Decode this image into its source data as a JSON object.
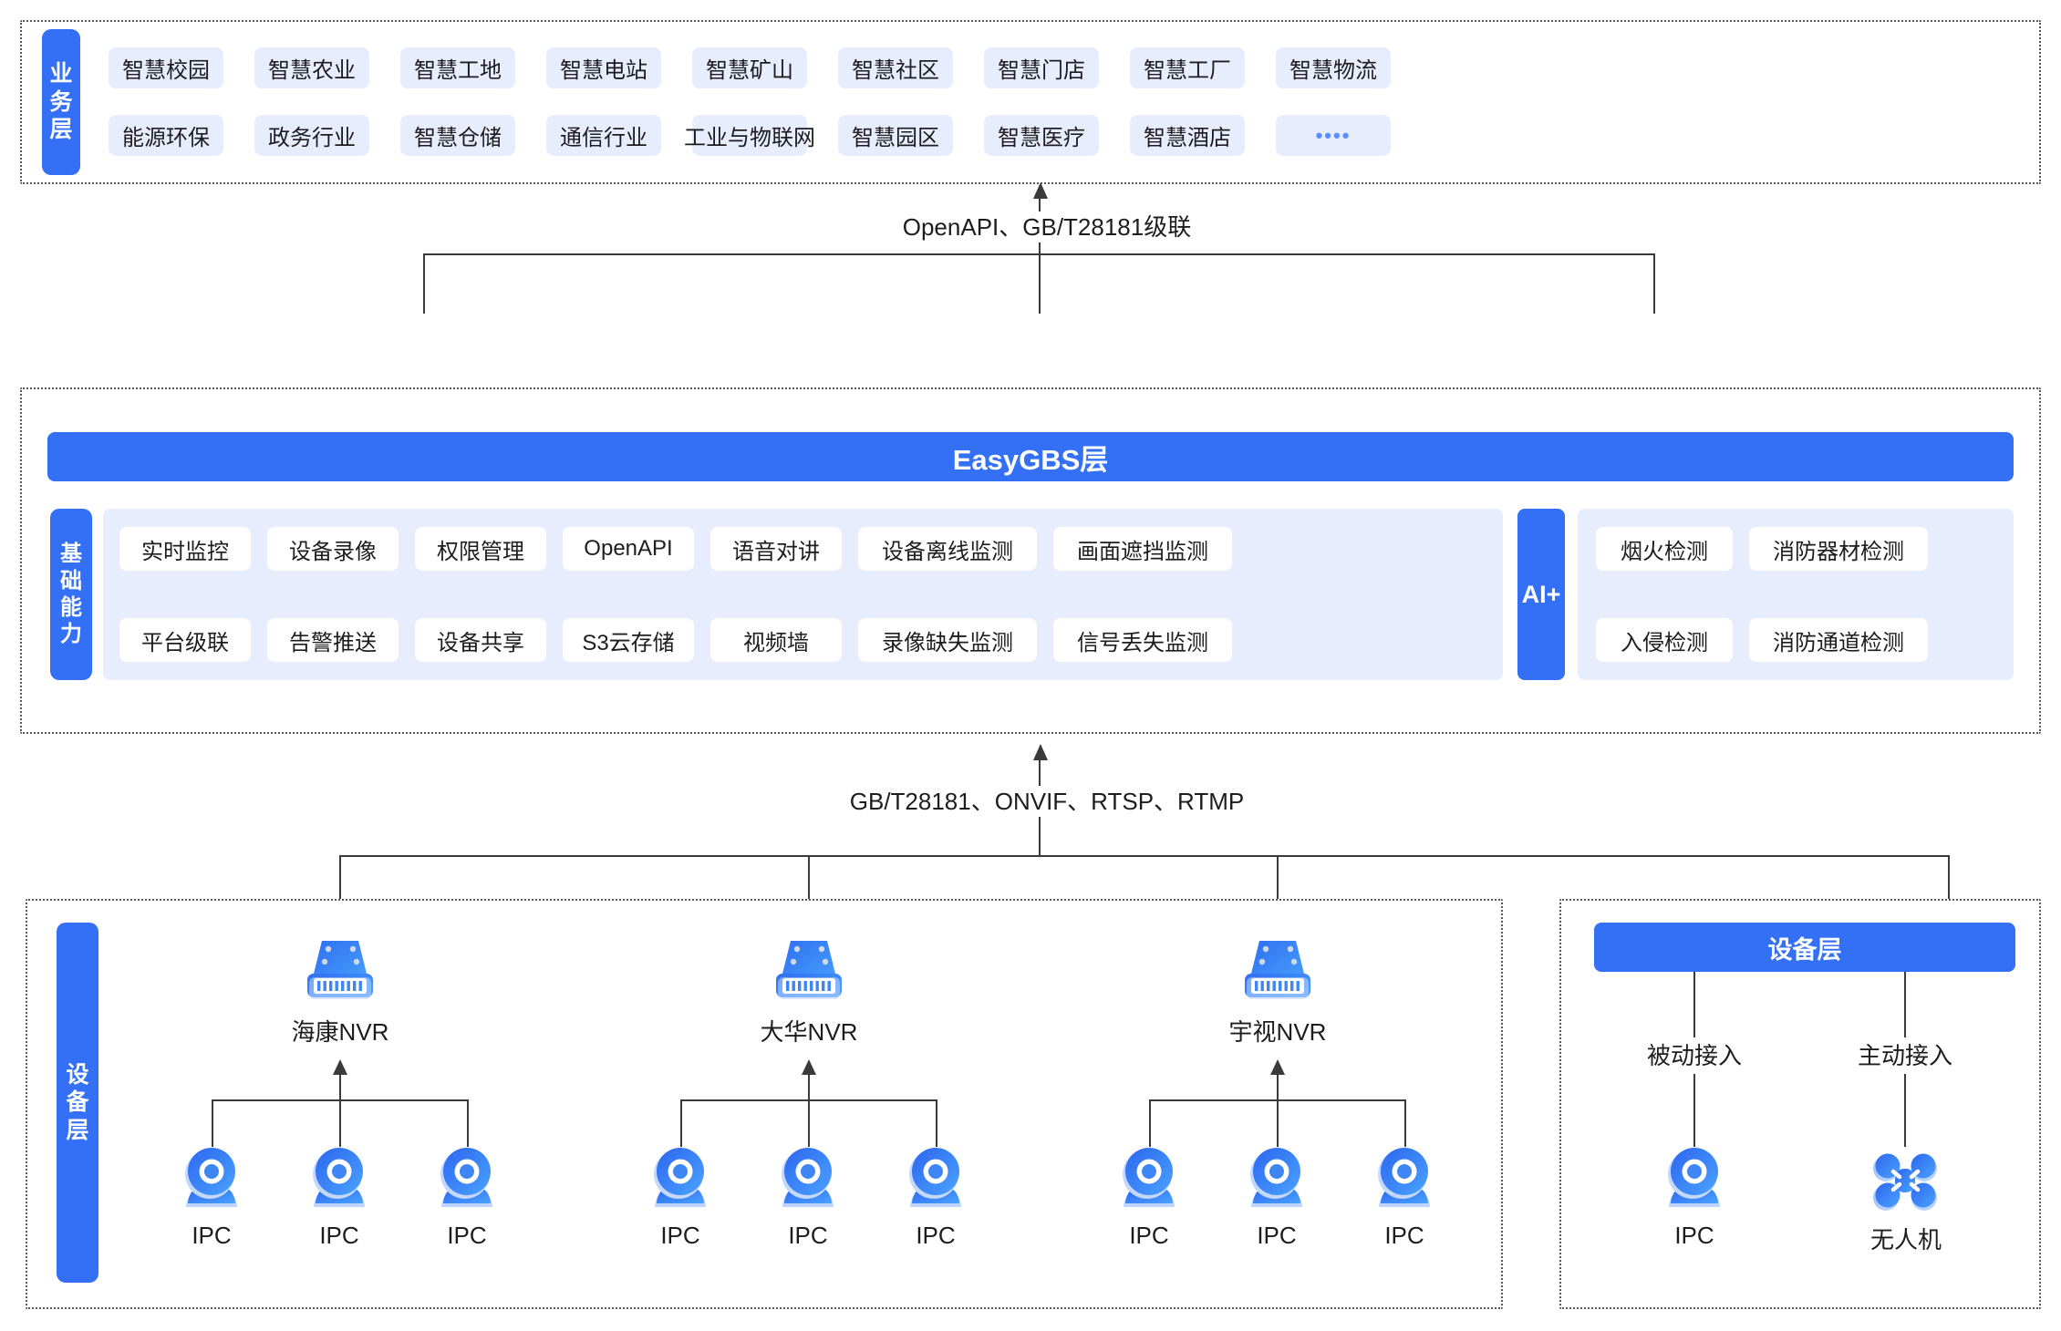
{
  "business_layer": {
    "label": "业务层",
    "row1": [
      "智慧校园",
      "智慧农业",
      "智慧工地",
      "智慧电站",
      "智慧矿山",
      "智慧社区",
      "智慧门店",
      "智慧工厂",
      "智慧物流"
    ],
    "row2": [
      "能源环保",
      "政务行业",
      "智慧仓储",
      "通信行业",
      "工业与物联网",
      "智慧园区",
      "智慧医疗",
      "智慧酒店",
      "••••"
    ]
  },
  "connector_top": "OpenAPI、GB/T28181级联",
  "connector_bottom": "GB/T28181、ONVIF、RTSP、RTMP",
  "easygbs": {
    "title": "EasyGBS层",
    "capability_label": "基础能力",
    "capabilities_row1": [
      "实时监控",
      "设备录像",
      "权限管理",
      "OpenAPI",
      "语音对讲",
      "设备离线监测",
      "画面遮挡监测"
    ],
    "capabilities_row2": [
      "平台级联",
      "告警推送",
      "设备共享",
      "S3云存储",
      "视频墙",
      "录像缺失监测",
      "信号丢失监测"
    ],
    "ai_label": "AI+",
    "ai_row1": [
      "烟火检测",
      "消防器材检测"
    ],
    "ai_row2": [
      "入侵检测",
      "消防通道检测"
    ]
  },
  "device_layer_left": {
    "label": "设备层",
    "nvrs": [
      {
        "name": "海康NVR",
        "cameras": [
          "IPC",
          "IPC",
          "IPC"
        ]
      },
      {
        "name": "大华NVR",
        "cameras": [
          "IPC",
          "IPC",
          "IPC"
        ]
      },
      {
        "name": "宇视NVR",
        "cameras": [
          "IPC",
          "IPC",
          "IPC"
        ]
      }
    ]
  },
  "device_layer_right": {
    "title": "设备层",
    "branches": [
      {
        "mode": "被动接入",
        "device": "IPC",
        "icon": "camera-icon"
      },
      {
        "mode": "主动接入",
        "device": "无人机",
        "icon": "drone-icon"
      }
    ]
  },
  "colors": {
    "accent": "#3370f5",
    "chip_bg": "#e8edfd",
    "line": "#3a3a3a"
  }
}
